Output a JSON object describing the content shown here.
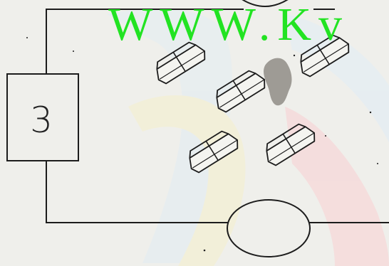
{
  "watermark": {
    "text": "WWW.Kv",
    "color": "#22e322",
    "logo_colors": [
      "#e9eff0",
      "#f4f1dd",
      "#f6e2e2"
    ]
  },
  "figure": {
    "box_label": "3",
    "line_color": "#1c1c1c",
    "stain_color": "#8f8c86",
    "blocks_count": 5
  }
}
